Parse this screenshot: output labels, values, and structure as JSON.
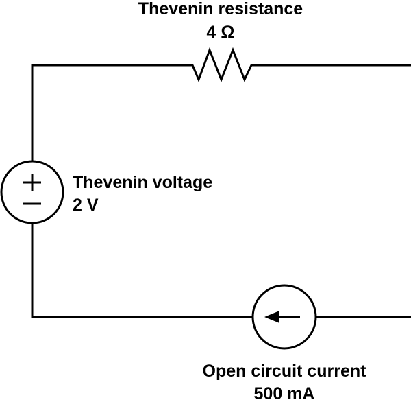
{
  "resistor": {
    "name": "Thevenin resistance",
    "value": "4 Ω"
  },
  "voltage_source": {
    "name": "Thevenin voltage",
    "value": "2 V"
  },
  "current_source": {
    "name": "Open circuit current",
    "value": "500 mA"
  },
  "colors": {
    "line": "#000000",
    "background": "#ffffff"
  }
}
